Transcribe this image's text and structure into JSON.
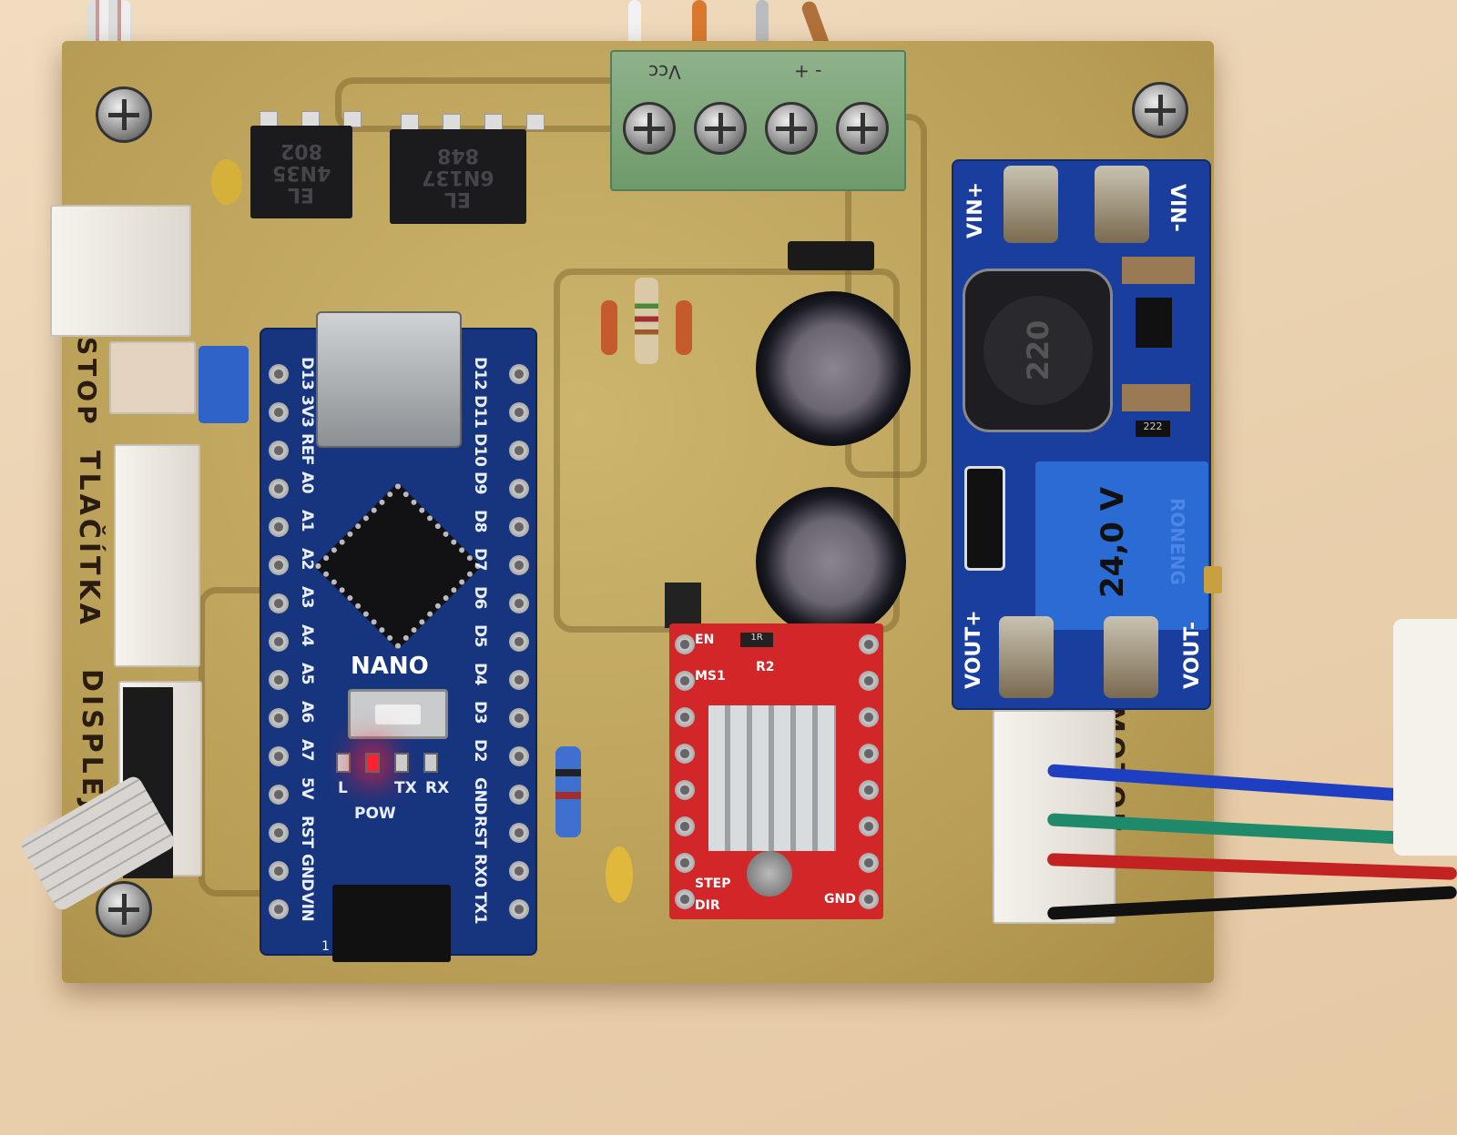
{
  "board": {
    "handwritten_labels": {
      "stop": "STOP",
      "buttons": "TLAČÍTKA",
      "display": "DISPLEJ",
      "motor": "MOTOR"
    },
    "terminal_block_labels": {
      "left": "Vcc",
      "right": "- +"
    }
  },
  "chips": [
    {
      "maker": "EL",
      "part": "4N35",
      "code": "802"
    },
    {
      "maker": "EL",
      "part": "6N137",
      "code": "848"
    }
  ],
  "arduino_nano": {
    "name": "NANO",
    "left_pins": [
      "D13",
      "3V3",
      "REF",
      "A0",
      "A1",
      "A2",
      "A3",
      "A4",
      "A5",
      "A6",
      "A7",
      "5V",
      "RST",
      "GND",
      "VIN"
    ],
    "right_pins": [
      "D12",
      "D11",
      "D10",
      "D9",
      "D8",
      "D7",
      "D6",
      "D5",
      "D4",
      "D3",
      "D2",
      "GND",
      "RST",
      "RX0",
      "TX1"
    ],
    "leds": [
      "L",
      "POW",
      "TX",
      "RX"
    ],
    "icsp_pin1": "1"
  },
  "boost_converter": {
    "vin_plus": "VIN+",
    "vin_minus": "VIN-",
    "vout_plus": "VOUT+",
    "vout_minus": "VOUT-",
    "inductor": "220",
    "smd_resistor": "222",
    "potentiometer_brand": "RONENG",
    "potentiometer_note": "24,0 V"
  },
  "stepper_driver": {
    "pins_left": [
      "EN",
      "MS1",
      "STEP",
      "DIR"
    ],
    "pins_right": [
      "GND"
    ],
    "resistor": "R2",
    "chip_marking": "1R"
  },
  "colors": {
    "pcb": "#c2a862",
    "nano": "#17357f",
    "boost": "#1a3e9e",
    "driver": "#d22628",
    "terminal": "#7fa57c",
    "wood": "#ecd5b6"
  }
}
